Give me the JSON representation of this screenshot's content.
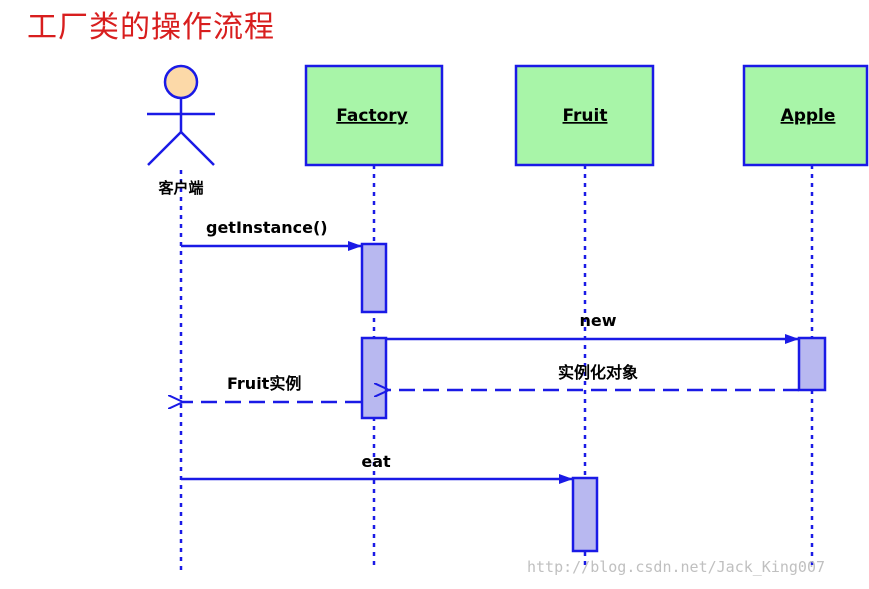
{
  "title": "工厂类的操作流程",
  "actor": {
    "label": "客户端"
  },
  "objects": [
    {
      "id": "factory",
      "label": "Factory"
    },
    {
      "id": "fruit",
      "label": "Fruit"
    },
    {
      "id": "apple",
      "label": "Apple"
    }
  ],
  "messages": [
    {
      "id": "getinstance",
      "label": "getInstance()",
      "from": "actor",
      "to": "factory",
      "kind": "call"
    },
    {
      "id": "new",
      "label": "new",
      "from": "factory",
      "to": "apple",
      "kind": "call"
    },
    {
      "id": "instantiate",
      "label": "实例化对象",
      "from": "apple",
      "to": "factory",
      "kind": "return"
    },
    {
      "id": "fruit-instance",
      "label": "Fruit实例",
      "from": "factory",
      "to": "actor",
      "kind": "return"
    },
    {
      "id": "eat",
      "label": "eat",
      "from": "actor",
      "to": "fruit",
      "kind": "call"
    }
  ],
  "watermark": "http://blog.csdn.net/Jack_King007",
  "colors": {
    "title": "#d81e1e",
    "object_fill": "#a8f5a8",
    "line": "#1a1ae6",
    "activation_fill": "#b8b8f0",
    "actor_head": "#fcd9a8"
  }
}
